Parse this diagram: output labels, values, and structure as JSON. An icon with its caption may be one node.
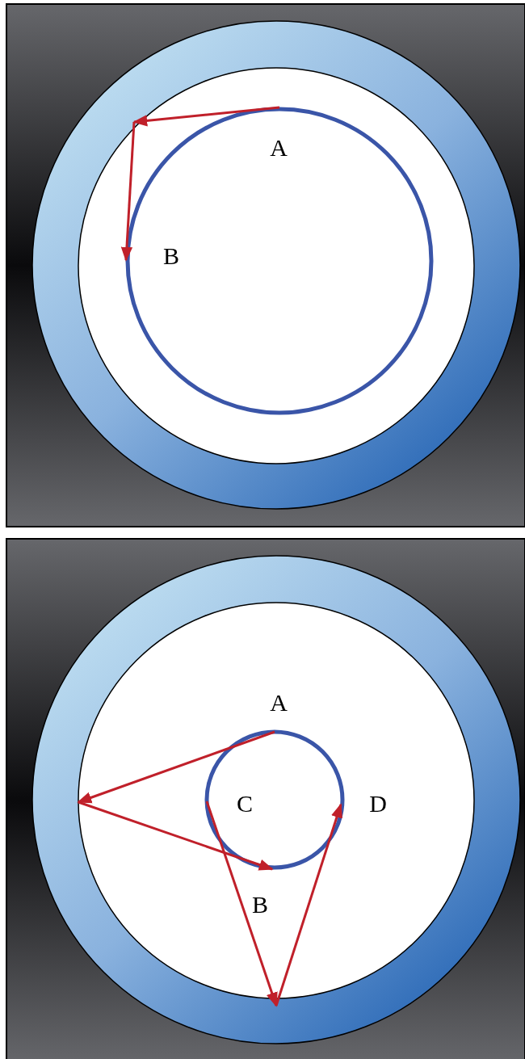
{
  "diagram": {
    "labels": [
      "A",
      "B",
      "A",
      "C",
      "D",
      "B"
    ]
  }
}
